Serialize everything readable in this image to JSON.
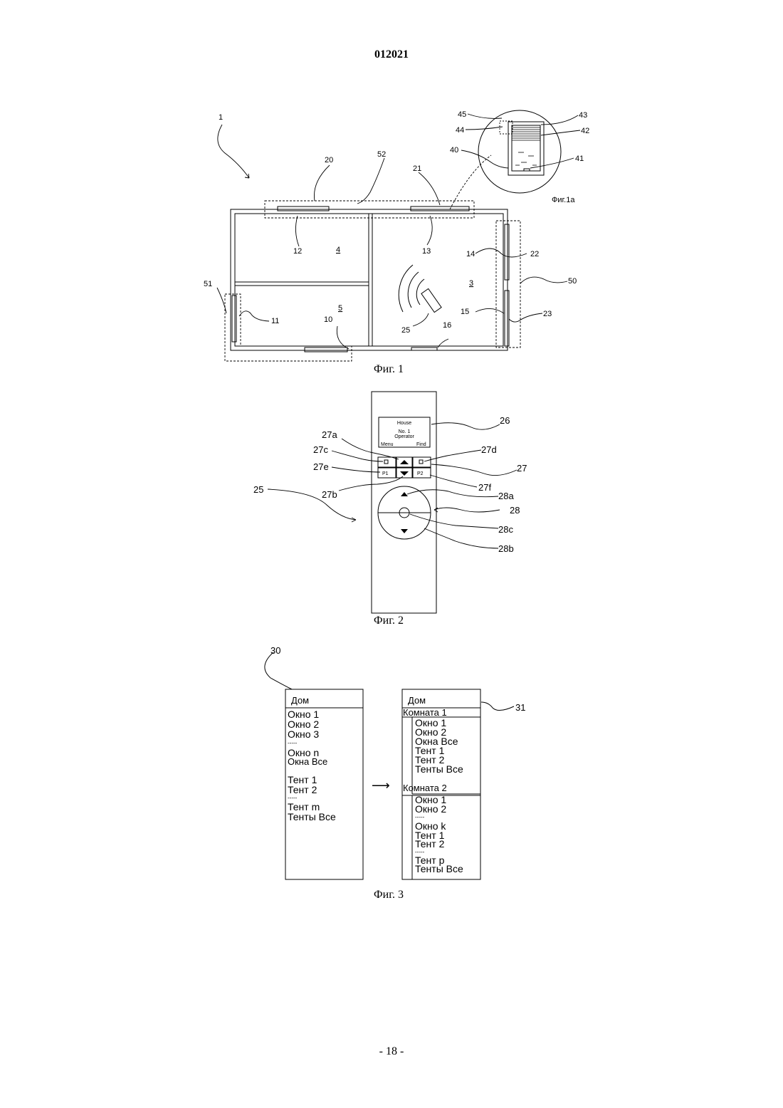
{
  "document": {
    "doc_number": "012021",
    "page_footer": "- 18 -"
  },
  "figure1": {
    "caption": "Фиг. 1",
    "inset_caption": "Фиг.1a",
    "labels": {
      "l1": "1",
      "l20": "20",
      "l52": "52",
      "l21": "21",
      "l12": "12",
      "l4": "4",
      "l13": "13",
      "l14": "14",
      "l22": "22",
      "l51": "51",
      "l3": "3",
      "l50": "50",
      "l11": "11",
      "l5": "5",
      "l15": "15",
      "l23": "23",
      "l10": "10",
      "l25": "25",
      "l16": "16",
      "l45": "45",
      "l43": "43",
      "l44": "44",
      "l42": "42",
      "l40": "40",
      "l41": "41"
    }
  },
  "figure2": {
    "caption": "Фиг. 2",
    "screen": {
      "line1": "House",
      "line2": "No. 1",
      "line3": "Operator",
      "left_softkey": "Menu",
      "right_softkey": "Find"
    },
    "keys": {
      "p1": "P1",
      "p2": "P2"
    },
    "labels": {
      "l26": "26",
      "l27a": "27a",
      "l27c": "27c",
      "l27d": "27d",
      "l27e": "27e",
      "l27": "27",
      "l27f": "27f",
      "l27b": "27b",
      "l25": "25",
      "l28a": "28a",
      "l28": "28",
      "l28c": "28c",
      "l28b": "28b"
    }
  },
  "figure3": {
    "caption": "Фиг. 3",
    "labels": {
      "l30": "30",
      "l31": "31"
    },
    "arrow": "⟶",
    "menu_left": {
      "title": "Дом",
      "items": [
        "Окно 1",
        "Окно 2",
        "Окно 3",
        "-----",
        "Окно n",
        "Окна Все",
        "Тент 1",
        "Тент 2",
        "-----",
        "Тент m",
        "Тенты Все"
      ]
    },
    "menu_right": {
      "title": "Дом",
      "room1": {
        "title": "Комната 1",
        "items": [
          "Окно 1",
          "Окно 2",
          "Окна Все",
          "Тент 1",
          "Тент 2",
          "Тенты Все"
        ]
      },
      "room2": {
        "title": "Комната 2",
        "items": [
          "Окно 1",
          "Окно 2",
          "-----",
          "Окно k",
          "Тент 1",
          "Тент 2",
          "-----",
          "Тент p",
          "Тенты Все"
        ]
      }
    }
  }
}
